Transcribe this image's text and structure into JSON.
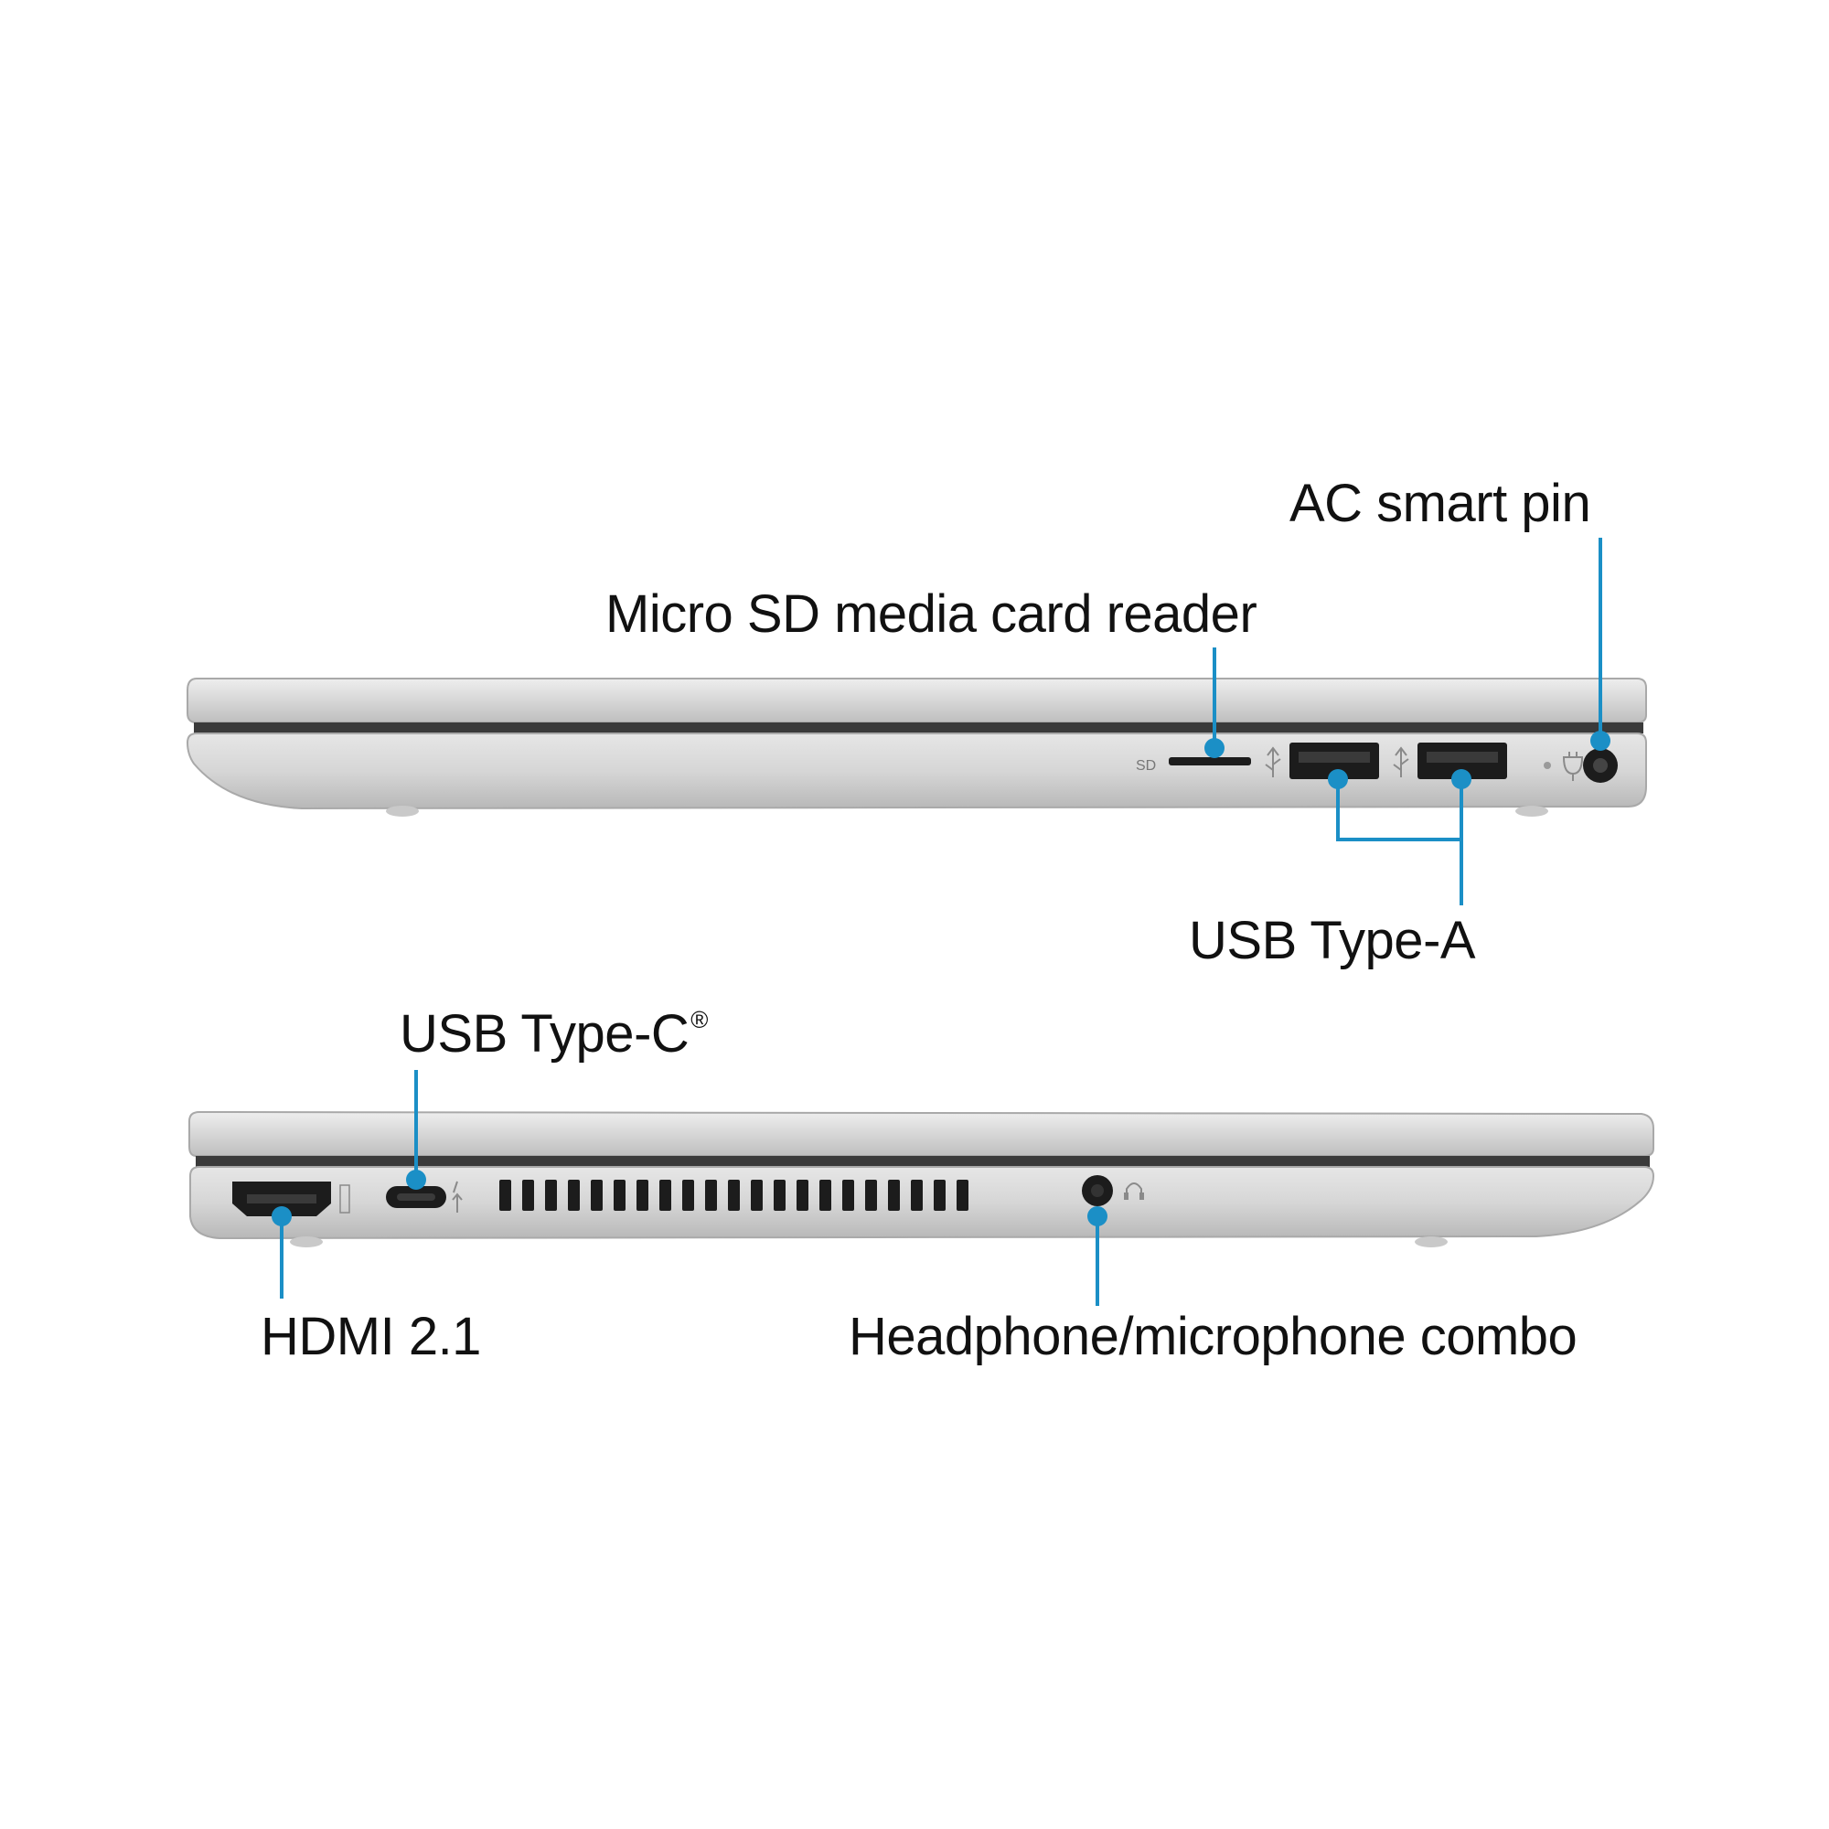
{
  "labels": {
    "ac_smart_pin": "AC smart pin",
    "micro_sd": "Micro SD media card reader",
    "usb_type_a": "USB Type-A",
    "usb_type_c": "USB Type-C",
    "usb_type_c_mark": "®",
    "hdmi": "HDMI 2.1",
    "headphone": "Headphone/microphone combo"
  },
  "port_marks": {
    "sd": "SD"
  },
  "colors": {
    "callout": "#1b8fc6",
    "background": "#ffffff",
    "chassis": "#d4d4d4",
    "port": "#1c1c1c"
  },
  "icons": [
    "usb-superspeed-icon",
    "power-plug-icon",
    "headphone-icon",
    "hdmi-logo-icon",
    "usb-c-superspeed-icon"
  ]
}
